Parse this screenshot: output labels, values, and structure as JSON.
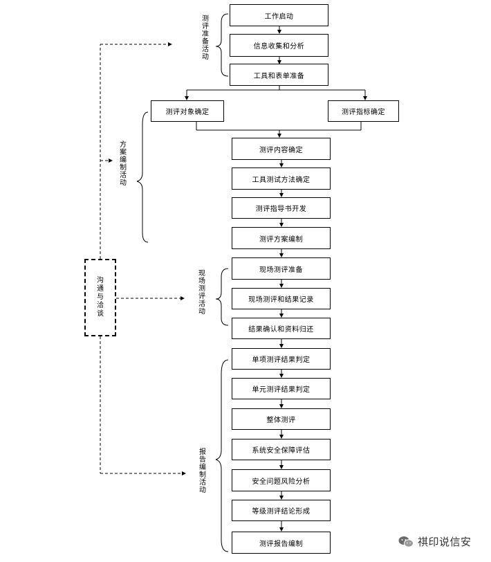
{
  "prep": {
    "label": "测评准备活动",
    "steps": [
      "工作启动",
      "信息收集和分析",
      "工具和表单准备"
    ]
  },
  "plan": {
    "label": "方案编制活动",
    "branch_left": "测评对象确定",
    "branch_right": "测评指标确定",
    "steps": [
      "测评内容确定",
      "工具测试方法确定",
      "测评指导书开发",
      "测评方案编制"
    ]
  },
  "field": {
    "label": "现场测评活动",
    "steps": [
      "现场测评准备",
      "现场测评和结果记录",
      "结果确认和资料归还"
    ]
  },
  "report": {
    "label": "报告编制活动",
    "steps": [
      "单项测评结果判定",
      "单元测评结果判定",
      "整体测评",
      "系统安全保障评估",
      "安全问题风险分析",
      "等级测评结论形成",
      "测评报告编制"
    ]
  },
  "communication": "沟通与洽谈",
  "watermark": {
    "text": "祺印说信安",
    "icon": "wechat-icon"
  }
}
